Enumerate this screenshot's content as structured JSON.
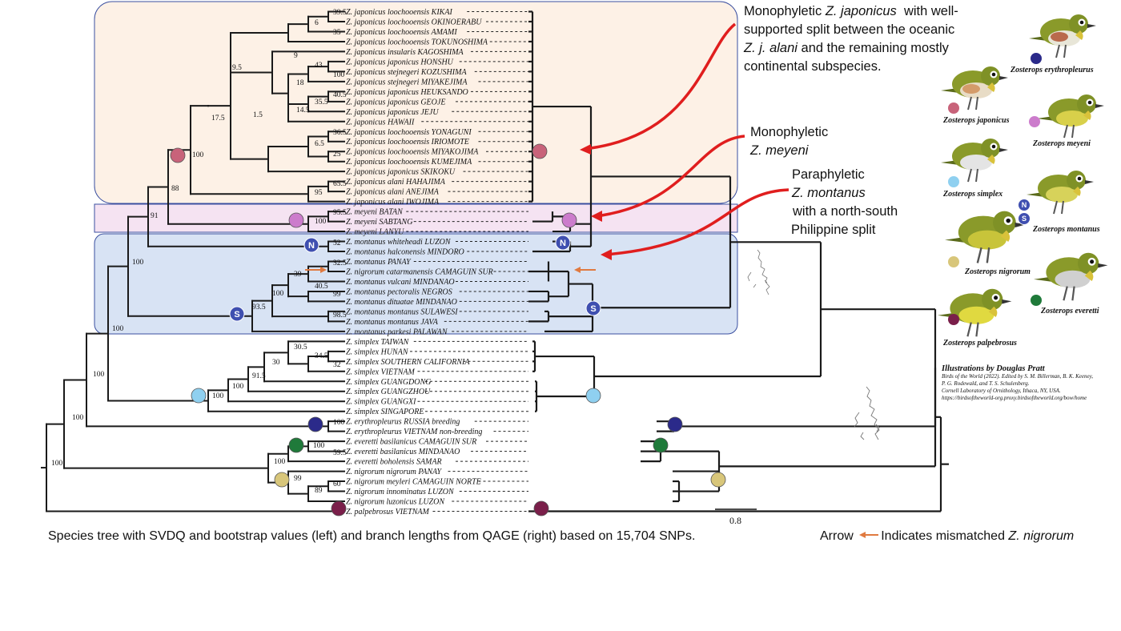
{
  "taxa": [
    "Z. japonicus loochooensis KIKAI",
    "Z. japonicus loochooensis OKINOERABU",
    "Z. japonicus loochooensis AMAMI",
    "Z. japonicus loochooensis TOKUNOSHIMA",
    "Z. japonicus insularis KAGOSHIMA",
    "Z. japonicus japonicus HONSHU",
    "Z. japonicus stejnegeri KOZUSHIMA",
    "Z. japonicus stejnegeri MIYAKEJIMA",
    "Z. japonicus japonicus HEUKSANDO",
    "Z. japonicus japonicus GEOJE",
    "Z. japonicus japonicus JEJU",
    "Z. japonicus HAWAII",
    "Z. japonicus loochooensis YONAGUNI",
    "Z. japonicus loochooensis IRIOMOTE",
    "Z. japonicus loochooensis MIYAKOJIMA",
    "Z. japonicus loochooensis KUMEJIMA",
    "Z. japonicus japonicus SKIKOKU",
    "Z. japonicus alani HAHAJIMA",
    "Z. japonicus alani ANEJIMA",
    "Z. japonicus alani IWOJIMA",
    "Z. meyeni BATAN",
    "Z. meyeni SABTANG",
    "Z. meyeni LANYU",
    "Z. montanus whiteheadi LUZON",
    "Z. montanus halconensis MINDORO",
    "Z. montanus PANAY",
    "Z. nigrorum catarmanensis CAMAGUIN SUR",
    "Z. montanus vulcani MINDANAO",
    "Z. montanus pectoralis NEGROS",
    "Z. montanus dituatae MINDANAO",
    "Z. montanus montanus SULAWESI",
    "Z. montanus montanus JAVA",
    "Z. montanus parkesi PALAWAN",
    "Z. simplex TAIWAN",
    "Z. simplex HUNAN",
    "Z. simplex SOUTHERN CALIFORNIA",
    "Z. simplex VIETNAM",
    "Z. simplex GUANGDONG",
    "Z. simplex GUANGZHOU",
    "Z. simplex GUANGXI",
    "Z. simplex SINGAPORE",
    "Z. erythropleurus RUSSIA breeding",
    "Z. erythropleurus VIETNAM non-breeding",
    "Z. everetti basilanicus CAMAGUIN SUR",
    "Z. everetti basilanicus MINDANAO",
    "Z. everetti boholensis SAMAR",
    "Z. nigrorum nigrorum PANAY",
    "Z. nigrorum meyleri CAMAGUIN NORTE",
    "Z. nigrorum innominatus LUZON",
    "Z. nigrorum luzonicus LUZON",
    "Z. palpebrosus VIETNAM"
  ],
  "support_values": [
    "39.5",
    "6",
    "35",
    "9",
    "43",
    "100",
    "18",
    "40.5",
    "35.5",
    "14.5",
    "1.5",
    "9.5",
    "36.5",
    "6.5",
    "25",
    "17.5",
    "65.5",
    "95",
    "100",
    "88",
    "95.5",
    "100",
    "91",
    "52",
    "32.5",
    "39",
    "40.5",
    "99",
    "100",
    "98.5",
    "93.5",
    "100",
    "100",
    "30.5",
    "34.5",
    "32",
    "30",
    "91.5",
    "100",
    "100",
    "100",
    "100",
    "100",
    "59.5",
    "100",
    "60",
    "89",
    "99",
    "100"
  ],
  "annotations": {
    "japonicus": [
      "Monophyletic ",
      "Z. japonicus",
      " with well-supported split between the oceanic ",
      "Z. j. alani",
      " and the remaining mostly continental subspecies."
    ],
    "meyeni": [
      "Monophyletic",
      "Z. meyeni"
    ],
    "montanus": [
      "Paraphyletic",
      "Z. montanus",
      "with a north-south",
      "Philippine split"
    ]
  },
  "scale_bar": "0.8",
  "caption": "Species tree with SVDQ and bootstrap values (left) and branch lengths from QAGE (right) based on 15,704 SNPs.",
  "arrow_legend": {
    "word": "Arrow",
    "text": "Indicates mismatched ",
    "taxon": "Z. nigrorum"
  },
  "node_labels": {
    "north": "N",
    "south": "S"
  },
  "birds": [
    {
      "name": "Zosterops erythropleurus",
      "color": "#2b2a8a"
    },
    {
      "name": "Zosterops japonicus",
      "color": "#c8637a"
    },
    {
      "name": "Zosterops meyeni",
      "color": "#cc7ccc"
    },
    {
      "name": "Zosterops simplex",
      "color": "#8fd0f0"
    },
    {
      "name": "Zosterops montanus",
      "color": "#3f4fb0"
    },
    {
      "name": "Zosterops nigrorum",
      "color": "#d8c67a"
    },
    {
      "name": "Zosterops everetti",
      "color": "#1f7a3a"
    },
    {
      "name": "Zosterops palpebrosus",
      "color": "#7a1f4a"
    }
  ],
  "credit": {
    "heading": "Illustrations by Douglas Pratt",
    "lines": [
      "Birds of the World (2022). Edited by S. M. Billerman, B. K. Keeney,",
      "P. G. Rodewald, and T. S. Schulenberg.",
      "Cornell Laboratory of Ornithology, Ithaca, NY, USA.",
      "https://birdsoftheworld-org.proxy.birdsoftheworld.org/bow/home"
    ]
  },
  "colors": {
    "japonicus_box": "#fdf1e6",
    "meyeni_box": "#f5e3f2",
    "montanus_box": "#d8e3f4",
    "box_border": "#3a4fa0",
    "annotation_arrow": "#e01e1e",
    "mismatch_arrow": "#e07a40"
  }
}
